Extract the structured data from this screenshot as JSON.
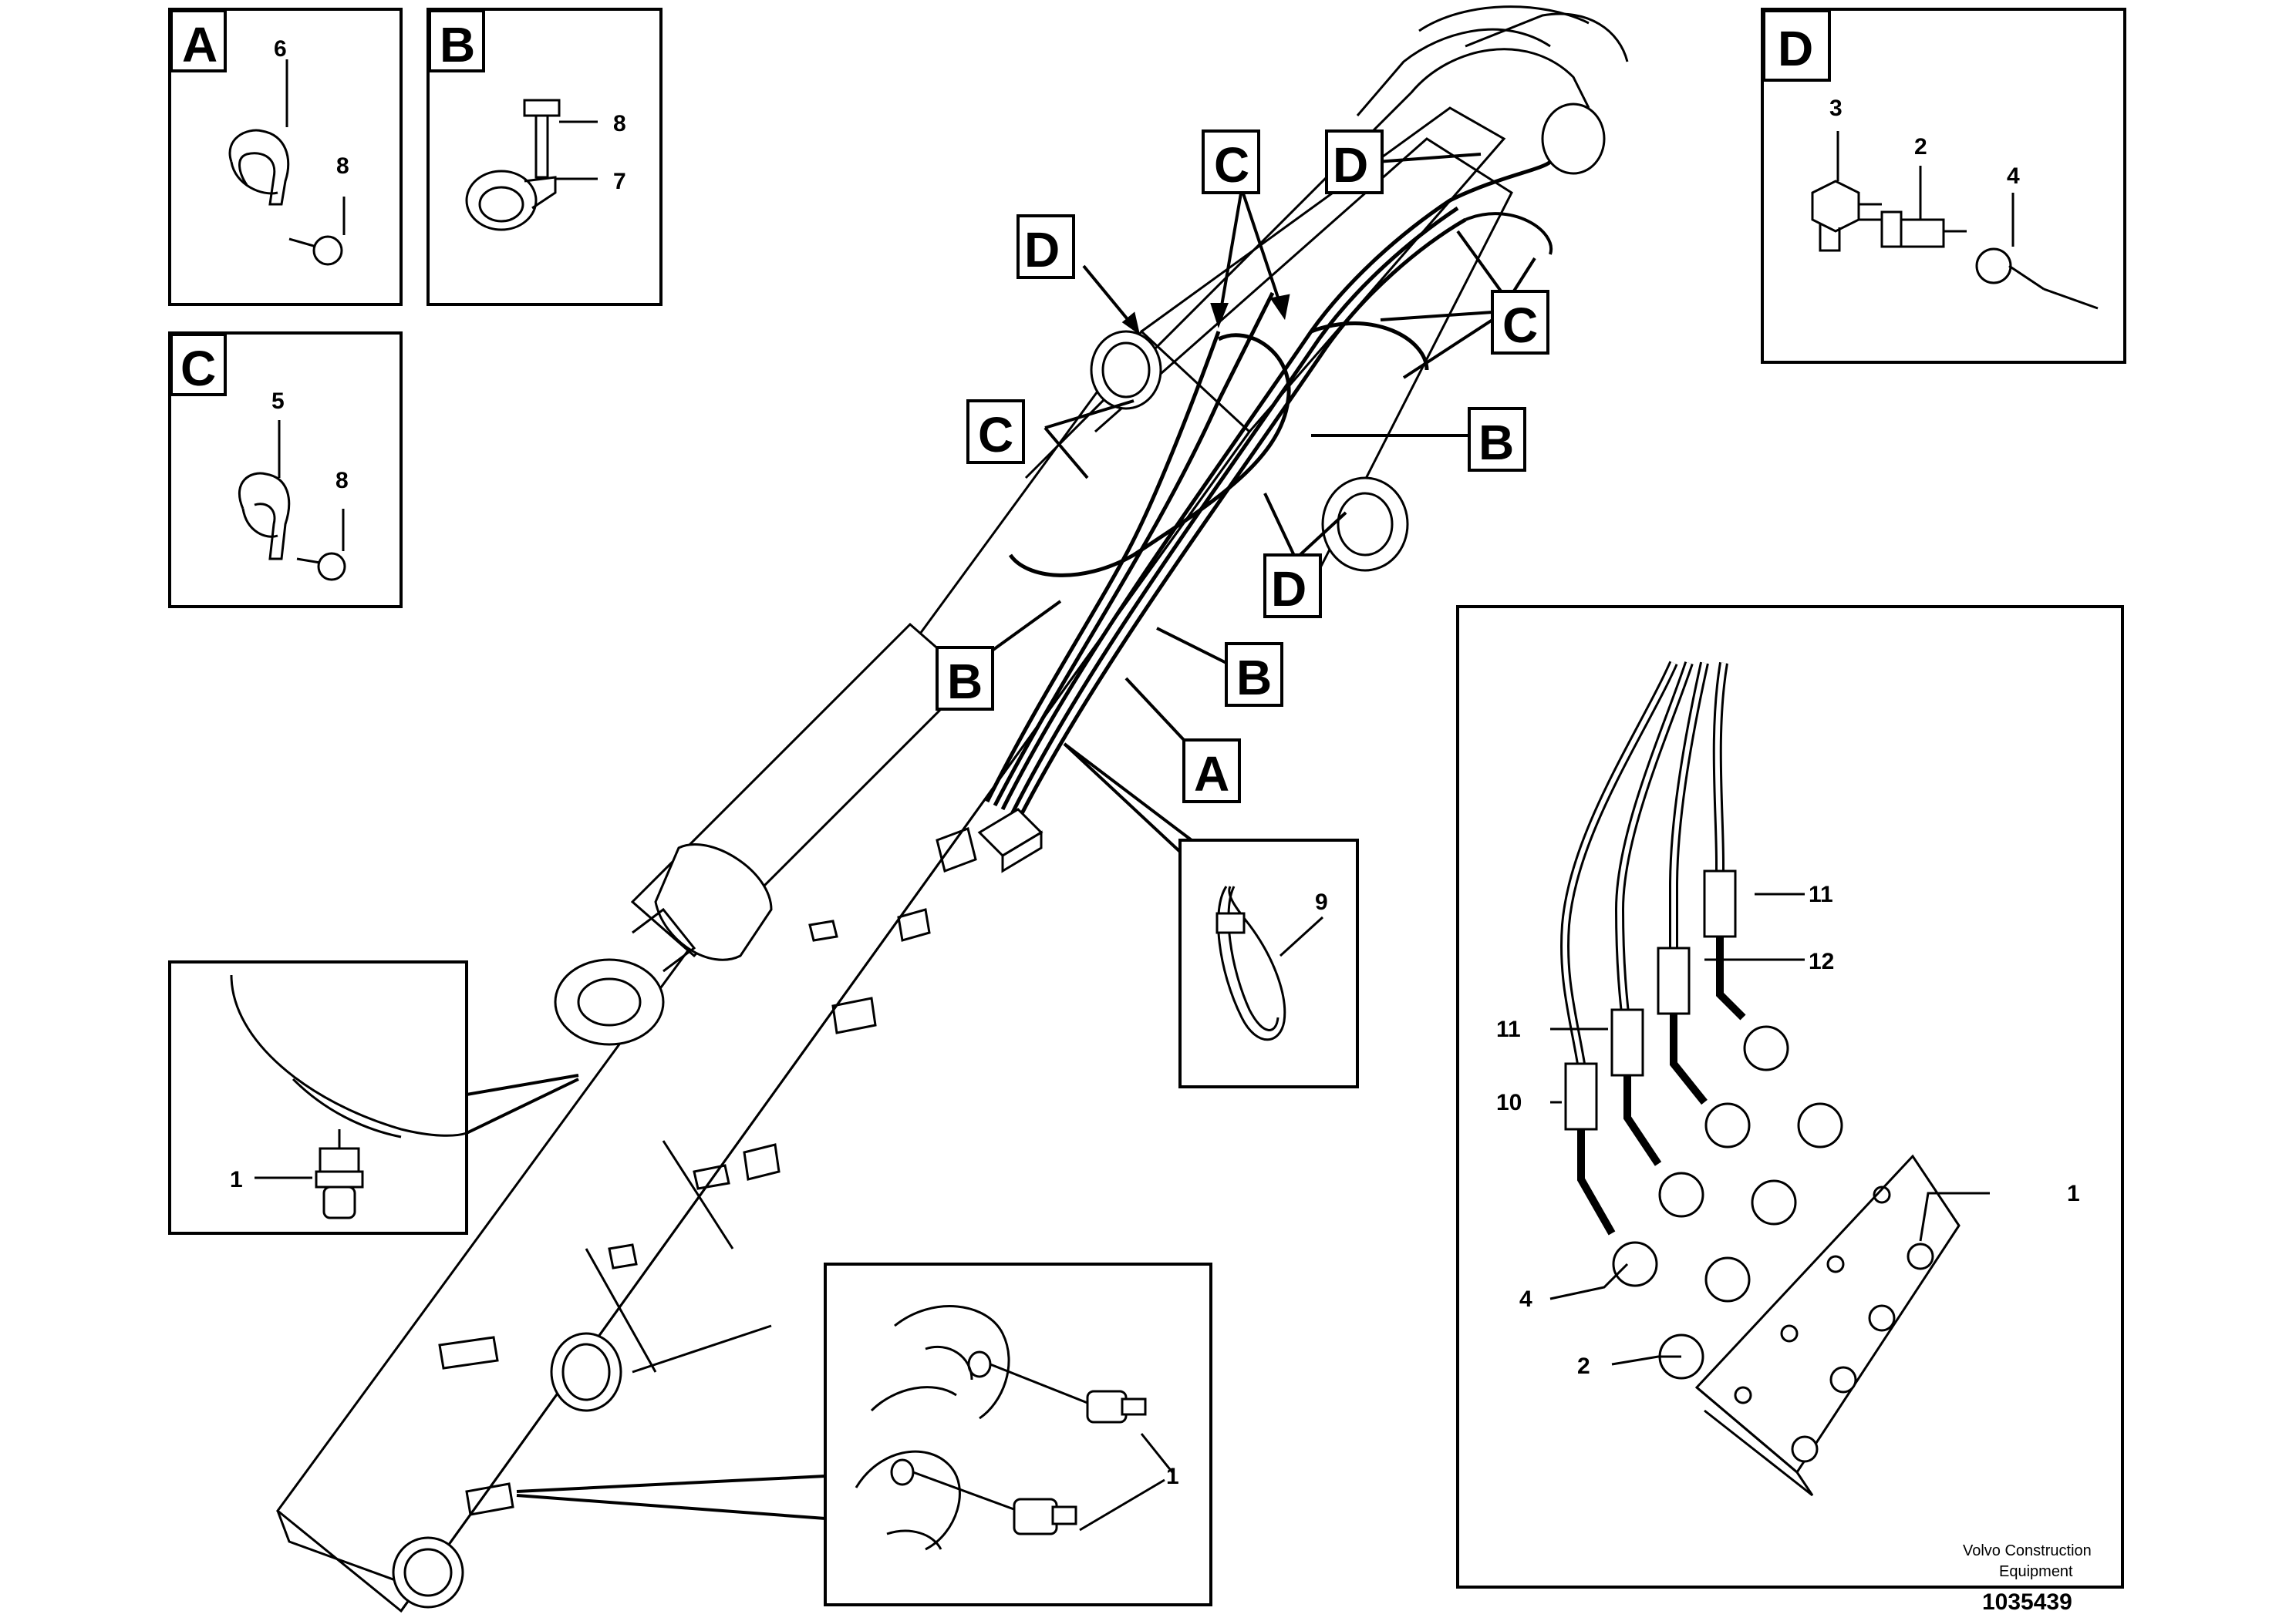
{
  "callouts": {
    "a": "A",
    "b": "B",
    "c": "C",
    "d": "D"
  },
  "parts": {
    "p1": "1",
    "p2": "2",
    "p3": "3",
    "p4": "4",
    "p5": "5",
    "p6": "6",
    "p7": "7",
    "p8": "8",
    "p9": "9",
    "p10": "10",
    "p11": "11",
    "p12": "12"
  },
  "footer": {
    "company_line1": "Volvo Construction",
    "company_line2": "Equipment",
    "drawing_number": "1035439"
  }
}
